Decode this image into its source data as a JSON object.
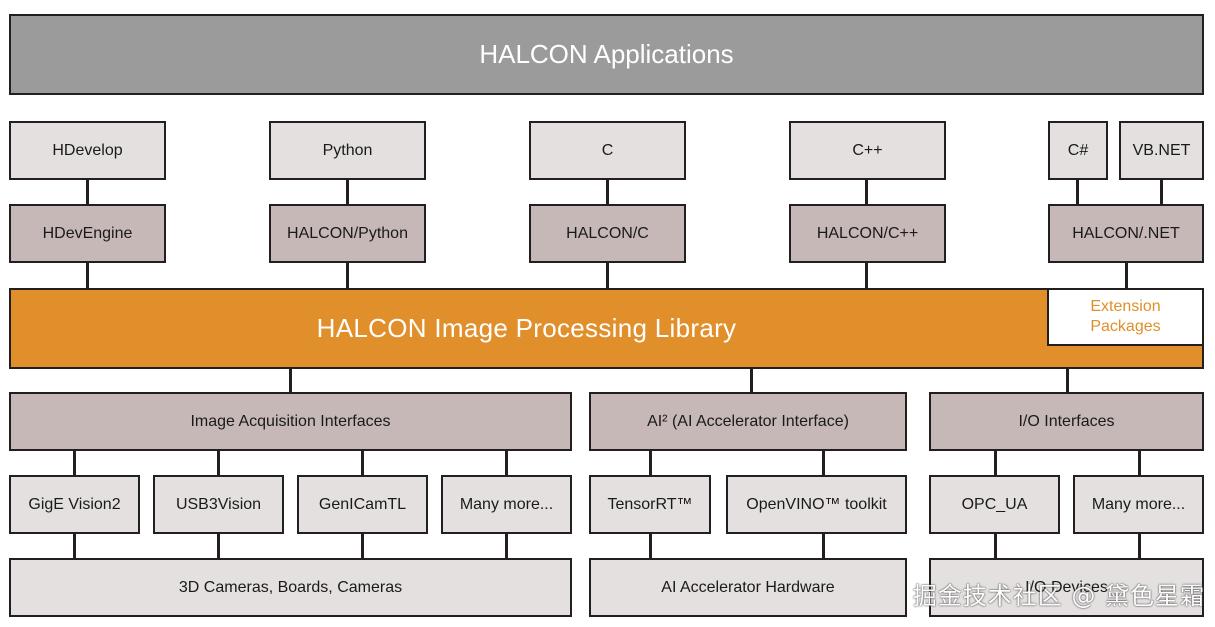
{
  "top": {
    "applications": "HALCON Applications"
  },
  "languages": {
    "hdevelop": "HDevelop",
    "python": "Python",
    "c": "C",
    "cpp": "C++",
    "csharp": "C#",
    "vbnet": "VB.NET"
  },
  "interfaces": {
    "hdevengine": "HDevEngine",
    "halcon_python": "HALCON/Python",
    "halcon_c": "HALCON/C",
    "halcon_cpp": "HALCON/C++",
    "halcon_net": "HALCON/.NET"
  },
  "library": {
    "title": "HALCON Image Processing Library",
    "extension_line1": "Extension",
    "extension_line2": "Packages"
  },
  "groups": {
    "acquisition": "Image Acquisition Interfaces",
    "ai2": "AI² (AI Accelerator Interface)",
    "io": "I/O Interfaces"
  },
  "plugins": {
    "gige": "GigE Vision2",
    "usb3": "USB3Vision",
    "genicam": "GenICamTL",
    "acq_more": "Many more...",
    "tensorrt": "TensorRT™",
    "openvino": "OpenVINO™ toolkit",
    "opcua": "OPC_UA",
    "io_more": "Many more..."
  },
  "hardware": {
    "cameras": "3D Cameras, Boards, Cameras",
    "ai_hw": "AI Accelerator Hardware",
    "io_devices": "I/O Devices"
  },
  "watermark": "掘金技术社区 @ 黛色星霜"
}
